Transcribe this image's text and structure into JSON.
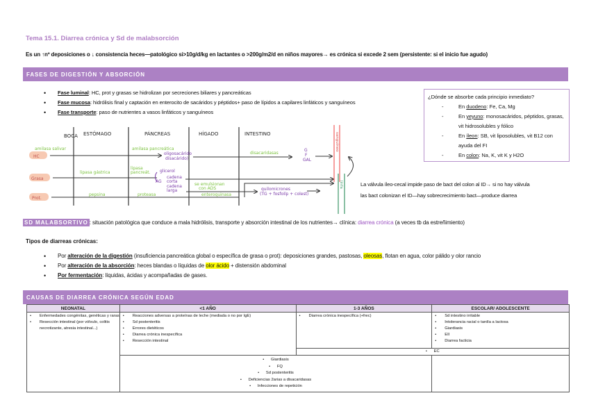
{
  "document": {
    "title": "Tema 15.1. Diarrea crónica y Sd de malabsorción",
    "intro": "Es un ↑nº deposiciones o ↓ consistencia heces—patológico si>10g/d/kg en lactantes o >200g/m2/d en niños mayores→ es crónica si excede 2 sem (persistente: si el inicio fue agudo)"
  },
  "section1": {
    "banner": "FASES DE DIGESTIÓN Y ABSORCIÓN",
    "phases": [
      {
        "label": "Fase luminal",
        "text": ": HC, prot y grasas se hidrolizan por secreciones biliares y pancreáticas"
      },
      {
        "label": "Fase mucosa",
        "text": ": hidrólisis final y captación en enterocito de sacáridos y péptidos+ paso de lípidos a capilares linfáticos y sanguíneos"
      },
      {
        "label": "Fase transporte",
        "text": ": paso de nutrientes a vasos linfáticos y sanguíneos"
      }
    ],
    "absorption_box": {
      "question": "¿Dónde se absorbe cada principio inmediato?",
      "items": [
        {
          "prefix": "En ",
          "place": "duodeno",
          "text": ": Fe, Ca, Mg"
        },
        {
          "prefix": "En ",
          "place": "yeyuno",
          "text": ": monosacáridos, péptidos, grasas, vit hidrosolubles y fólico"
        },
        {
          "prefix": "En ",
          "place": "íleon",
          "text": ": SB, vit liposolubles, vit B12 con ayuda del FI"
        },
        {
          "prefix": "En ",
          "place": "colon",
          "text": ": Na, K, vit K y H2O"
        }
      ]
    },
    "diagram": {
      "columns": [
        "BOCA",
        "ESTÓMAGO",
        "PÁNCREAS",
        "HÍGADO",
        "INTESTINO"
      ],
      "rows": [
        "HC",
        "Grasa",
        "Prot."
      ],
      "notes": {
        "amilasa_salivar": "amilasa salivar",
        "amilasa_pancreatica": "amilasa pancreática",
        "oligosacaridos": "oligosacárido",
        "disacaridos": "disacárido)",
        "disacaridasas": "disacaridasas",
        "monosac_g": "G",
        "monosac_f": "F",
        "monosac_gal": "GAL",
        "lipasa_gastrica": "lipasa gástrica",
        "lipasa_pancreatica_1": "lipasa",
        "lipasa_pancreatica_2": "pancreát.",
        "glicerol": "glicerol",
        "ag": "AG",
        "cadena_corta_1": "cadena",
        "cadena_corta_2": "corta",
        "cadena_larga_1": "cadena",
        "cadena_larga_2": "larga",
        "emulsionan_1": "se emulsionan",
        "emulsionan_2": "con ADS",
        "quilomicrones_1": "quilomicrones",
        "quilomicrones_2": "(TG + fosfolíp + colest)",
        "pepsina": "pepsina",
        "proteasa": "proteasa",
        "enteroquinasa": "enteroquinasa",
        "sanguineo": "sanguíneo",
        "linfa": "linfa"
      }
    },
    "valve_note": [
      "La válvula íleo-cecal impide paso de bact del colon al ID→ si no hay válvula",
      "las bact colonizan el ID—hay sobrecrecimiento bact—produce diarrea"
    ]
  },
  "section2": {
    "sd_tag": "SD MALABSORTIVO",
    "sd_text": ": situación patológica que conduce a mala hidrólisis, transporte y absorción intestinal de los nutrientes→ clínica: ",
    "sd_clinica": "diarrea crónica",
    "sd_tail": " (a veces tb da estreñimiento)",
    "tipos_heading": "Tipos de diarreas crónicas:",
    "types": [
      {
        "pre": "Por ",
        "label": "alteración de la digestión",
        "text1": " (insuficiencia pancreática global o específica de grasa o prot): deposiciones grandes, pastosas, ",
        "highlight": "oleosas",
        "text2": ", flotan en agua, color pálido y olor rancio"
      },
      {
        "pre": "Por ",
        "label": "alteración de la absorción",
        "text1": ": heces blandas o líquidas de ",
        "highlight": "olor ácido",
        "text2": " + distensión abdominal"
      },
      {
        "pre": "",
        "label": "Por fermentación",
        "text1": ": líquidas, ácidas y acompañadas de gases.",
        "highlight": "",
        "text2": ""
      }
    ]
  },
  "section3": {
    "banner": "CAUSAS DE DIARREA CRÓNICA SEGÚN EDAD",
    "headers": [
      "NEONATAL",
      "<1 AÑO",
      "1-3 AÑOS",
      "ESCOLAR/ ADOLESCENTE"
    ],
    "neonatal": [
      "Enfermedades congénitas, genéticas y raras",
      "Resección intestinal (por vólvulo, colitis necrotizante, atresia intestinal...)"
    ],
    "menor_1": [
      "Reacciones adversas a proteínas de leche (mediada o no por IgE)",
      "Sd postenteritis",
      "Errores dietéticos",
      "Diarrea crónica inespecífica",
      "Resección intestinal"
    ],
    "anos_1_3": [
      "Diarrea crónica inespecífica (+frec)"
    ],
    "escolar": [
      "Sd intestino irritable",
      "Intolerancia racial o tardía a lactosa",
      "Giardiasis",
      "EII",
      "Diarrea facticia"
    ],
    "shared_ec": "EC",
    "shared_list": [
      "Giardiasis",
      "FQ",
      "Sd postenteritis",
      "Deficiencias 2arias a disacaridasas",
      "Infecciones de repetición"
    ]
  }
}
